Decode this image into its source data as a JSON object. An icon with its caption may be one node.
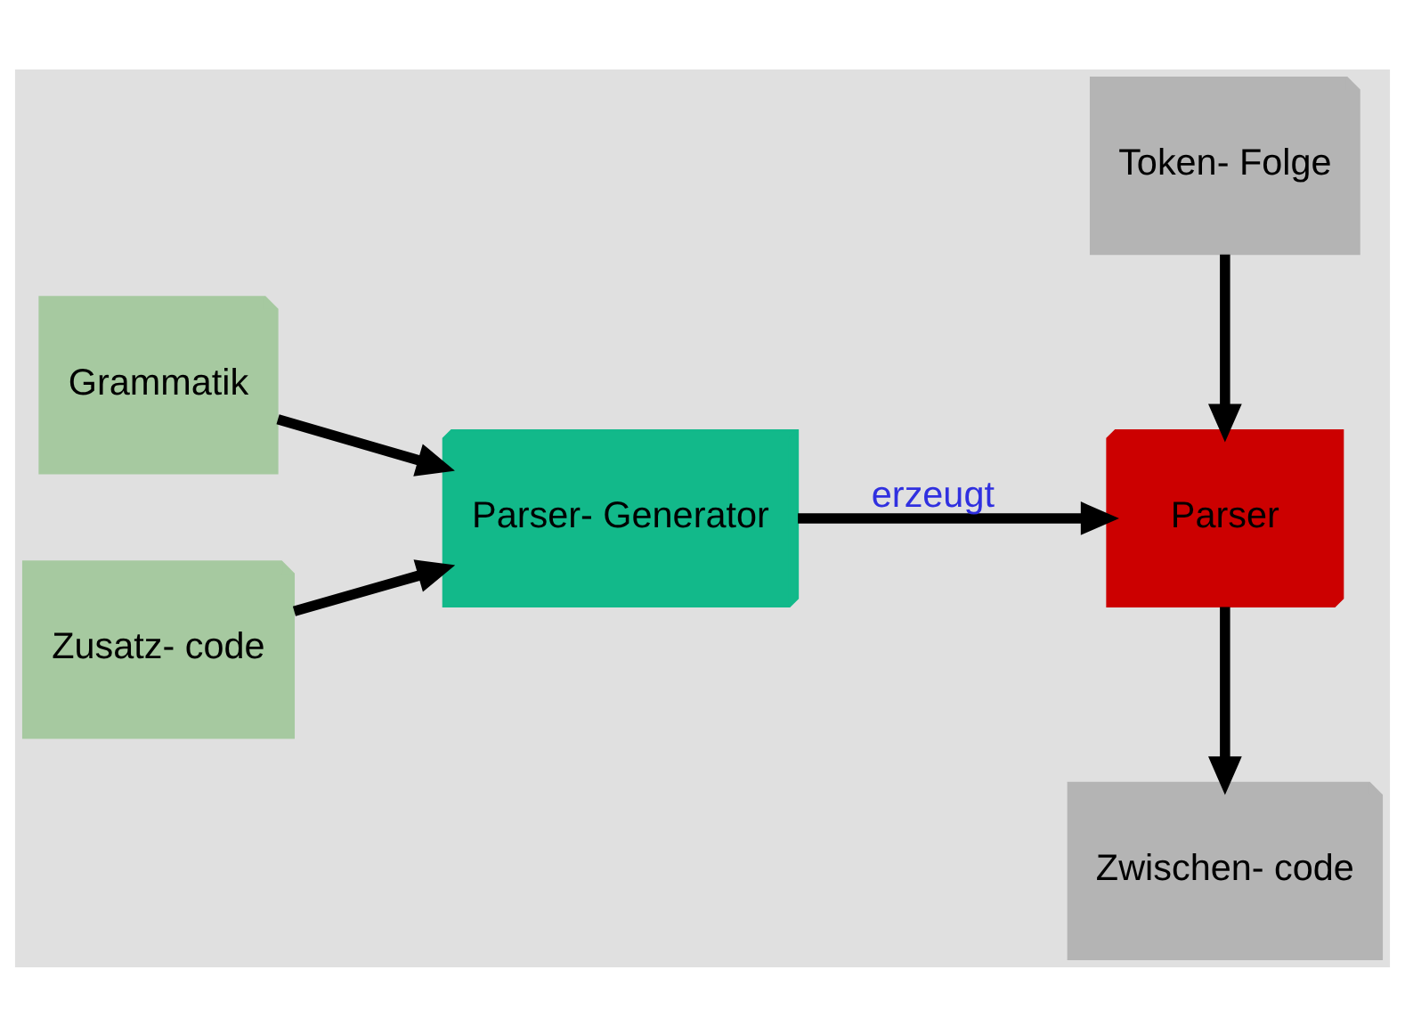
{
  "diagram": {
    "nodes": [
      {
        "text": [
          "Grammatik"
        ]
      },
      {
        "text": [
          "Zusatz- code"
        ]
      },
      {
        "text": [
          "Parser- Generator"
        ]
      },
      {
        "text": [
          "Token- Folge"
        ]
      },
      {
        "text": [
          "Parser"
        ]
      },
      {
        "text": [
          "Zwischen- code"
        ]
      }
    ],
    "edges": [
      {
        "from": 0,
        "to": 2,
        "arrow": "to"
      },
      {
        "from": 1,
        "to": 2,
        "arrow": "to"
      },
      {
        "from": 2,
        "to": 4,
        "arrow": "to",
        "label": "erzeugt"
      },
      {
        "from": 3,
        "to": 4,
        "arrow": "to"
      },
      {
        "from": 4,
        "to": 5,
        "arrow": "to"
      }
    ]
  }
}
